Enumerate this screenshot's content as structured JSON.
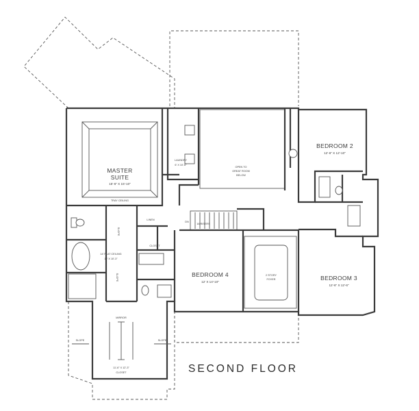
{
  "plan": {
    "title": "SECOND FLOOR",
    "rooms": {
      "master": {
        "name_line1": "MASTER",
        "name_line2": "SUITE",
        "dims": "15'-6\" X 15'-10\"",
        "ceiling": "TRAY CEILING"
      },
      "laundry": {
        "name": "LAUNDRY",
        "dims": "6' X 10'-6\""
      },
      "great_room_open": {
        "line1": "OPEN TO",
        "line2": "GREAT ROOM",
        "line3": "BELOW"
      },
      "bedroom2": {
        "name": "BEDROOM 2",
        "dims": "12'-6\" X 12'-10\""
      },
      "bedroom3": {
        "name": "BEDROOM 3",
        "dims": "12'-6\" X 12'-6\""
      },
      "bedroom4": {
        "name": "BEDROOM 4",
        "dims": "12' X 14'-10\""
      },
      "foyer": {
        "line1": "2 STORY",
        "line2": "FOYER"
      },
      "master_bath": {
        "ceiling": "14' FLAT CEILING",
        "dims": "12' X 10'-3\""
      },
      "closet": {
        "dims": "11'-6\" X 12'-3\"",
        "name": "CLOSET",
        "mirror": "MIRROR"
      },
      "linen": "LINEN",
      "small_closet": "CLOSET",
      "stairs": {
        "dn": "DN",
        "risers": "16 RISERS"
      },
      "slope_labels": [
        "SLOPE",
        "SLOPE",
        "SLOPE",
        "SLOPE"
      ]
    }
  }
}
